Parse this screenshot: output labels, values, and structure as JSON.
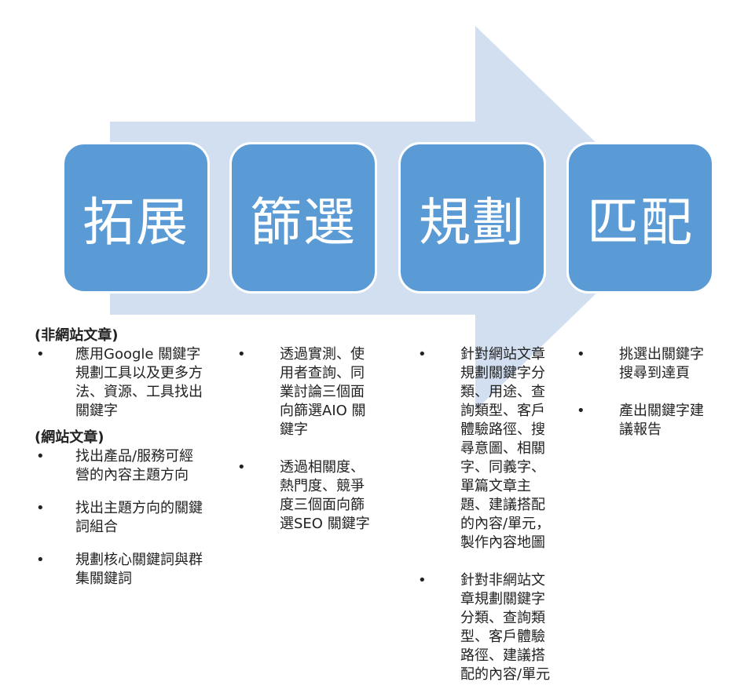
{
  "colors": {
    "arrow": "#d2dff0",
    "stage": "#5b9bd5",
    "stage_text": "#ffffff",
    "body_text": "#222222"
  },
  "stages": [
    "拓展",
    "篩選",
    "規劃",
    "匹配"
  ],
  "columns": {
    "expand": {
      "group1_heading": "(非網站文章)",
      "group1_items": [
        "應用Google 關鍵字\n規劃工具以及更多方\n法、資源、工具找出\n關鍵字"
      ],
      "group2_heading": "(網站文章)",
      "group2_items": [
        "找出產品/服務可經\n營的內容主題方向",
        "找出主題方向的關鍵\n詞組合",
        "規劃核心關鍵詞與群\n集關鍵詞"
      ]
    },
    "filter": {
      "items": [
        "透過實測、使\n用者查詢、同\n業討論三個面\n向篩選AIO 關\n鍵字",
        "透過相關度、\n熱門度、競爭\n度三個面向篩\n選SEO 關鍵字"
      ]
    },
    "plan": {
      "items": [
        "針對網站文章\n規劃關鍵字分\n類、用途、查\n詢類型、客戶\n體驗路徑、搜\n尋意圖、相關\n字、同義字、\n單篇文章主\n題、建議搭配\n的內容/單元，\n製作內容地圖",
        "針對非網站文\n章規劃關鍵字\n分類、查詢類\n型、客戶體驗\n路徑、建議搭\n配的內容/單元"
      ]
    },
    "match": {
      "items": [
        "挑選出關鍵字\n搜尋到達頁",
        "產出關鍵字建\n議報告"
      ]
    }
  },
  "bullet_glyph": "•"
}
